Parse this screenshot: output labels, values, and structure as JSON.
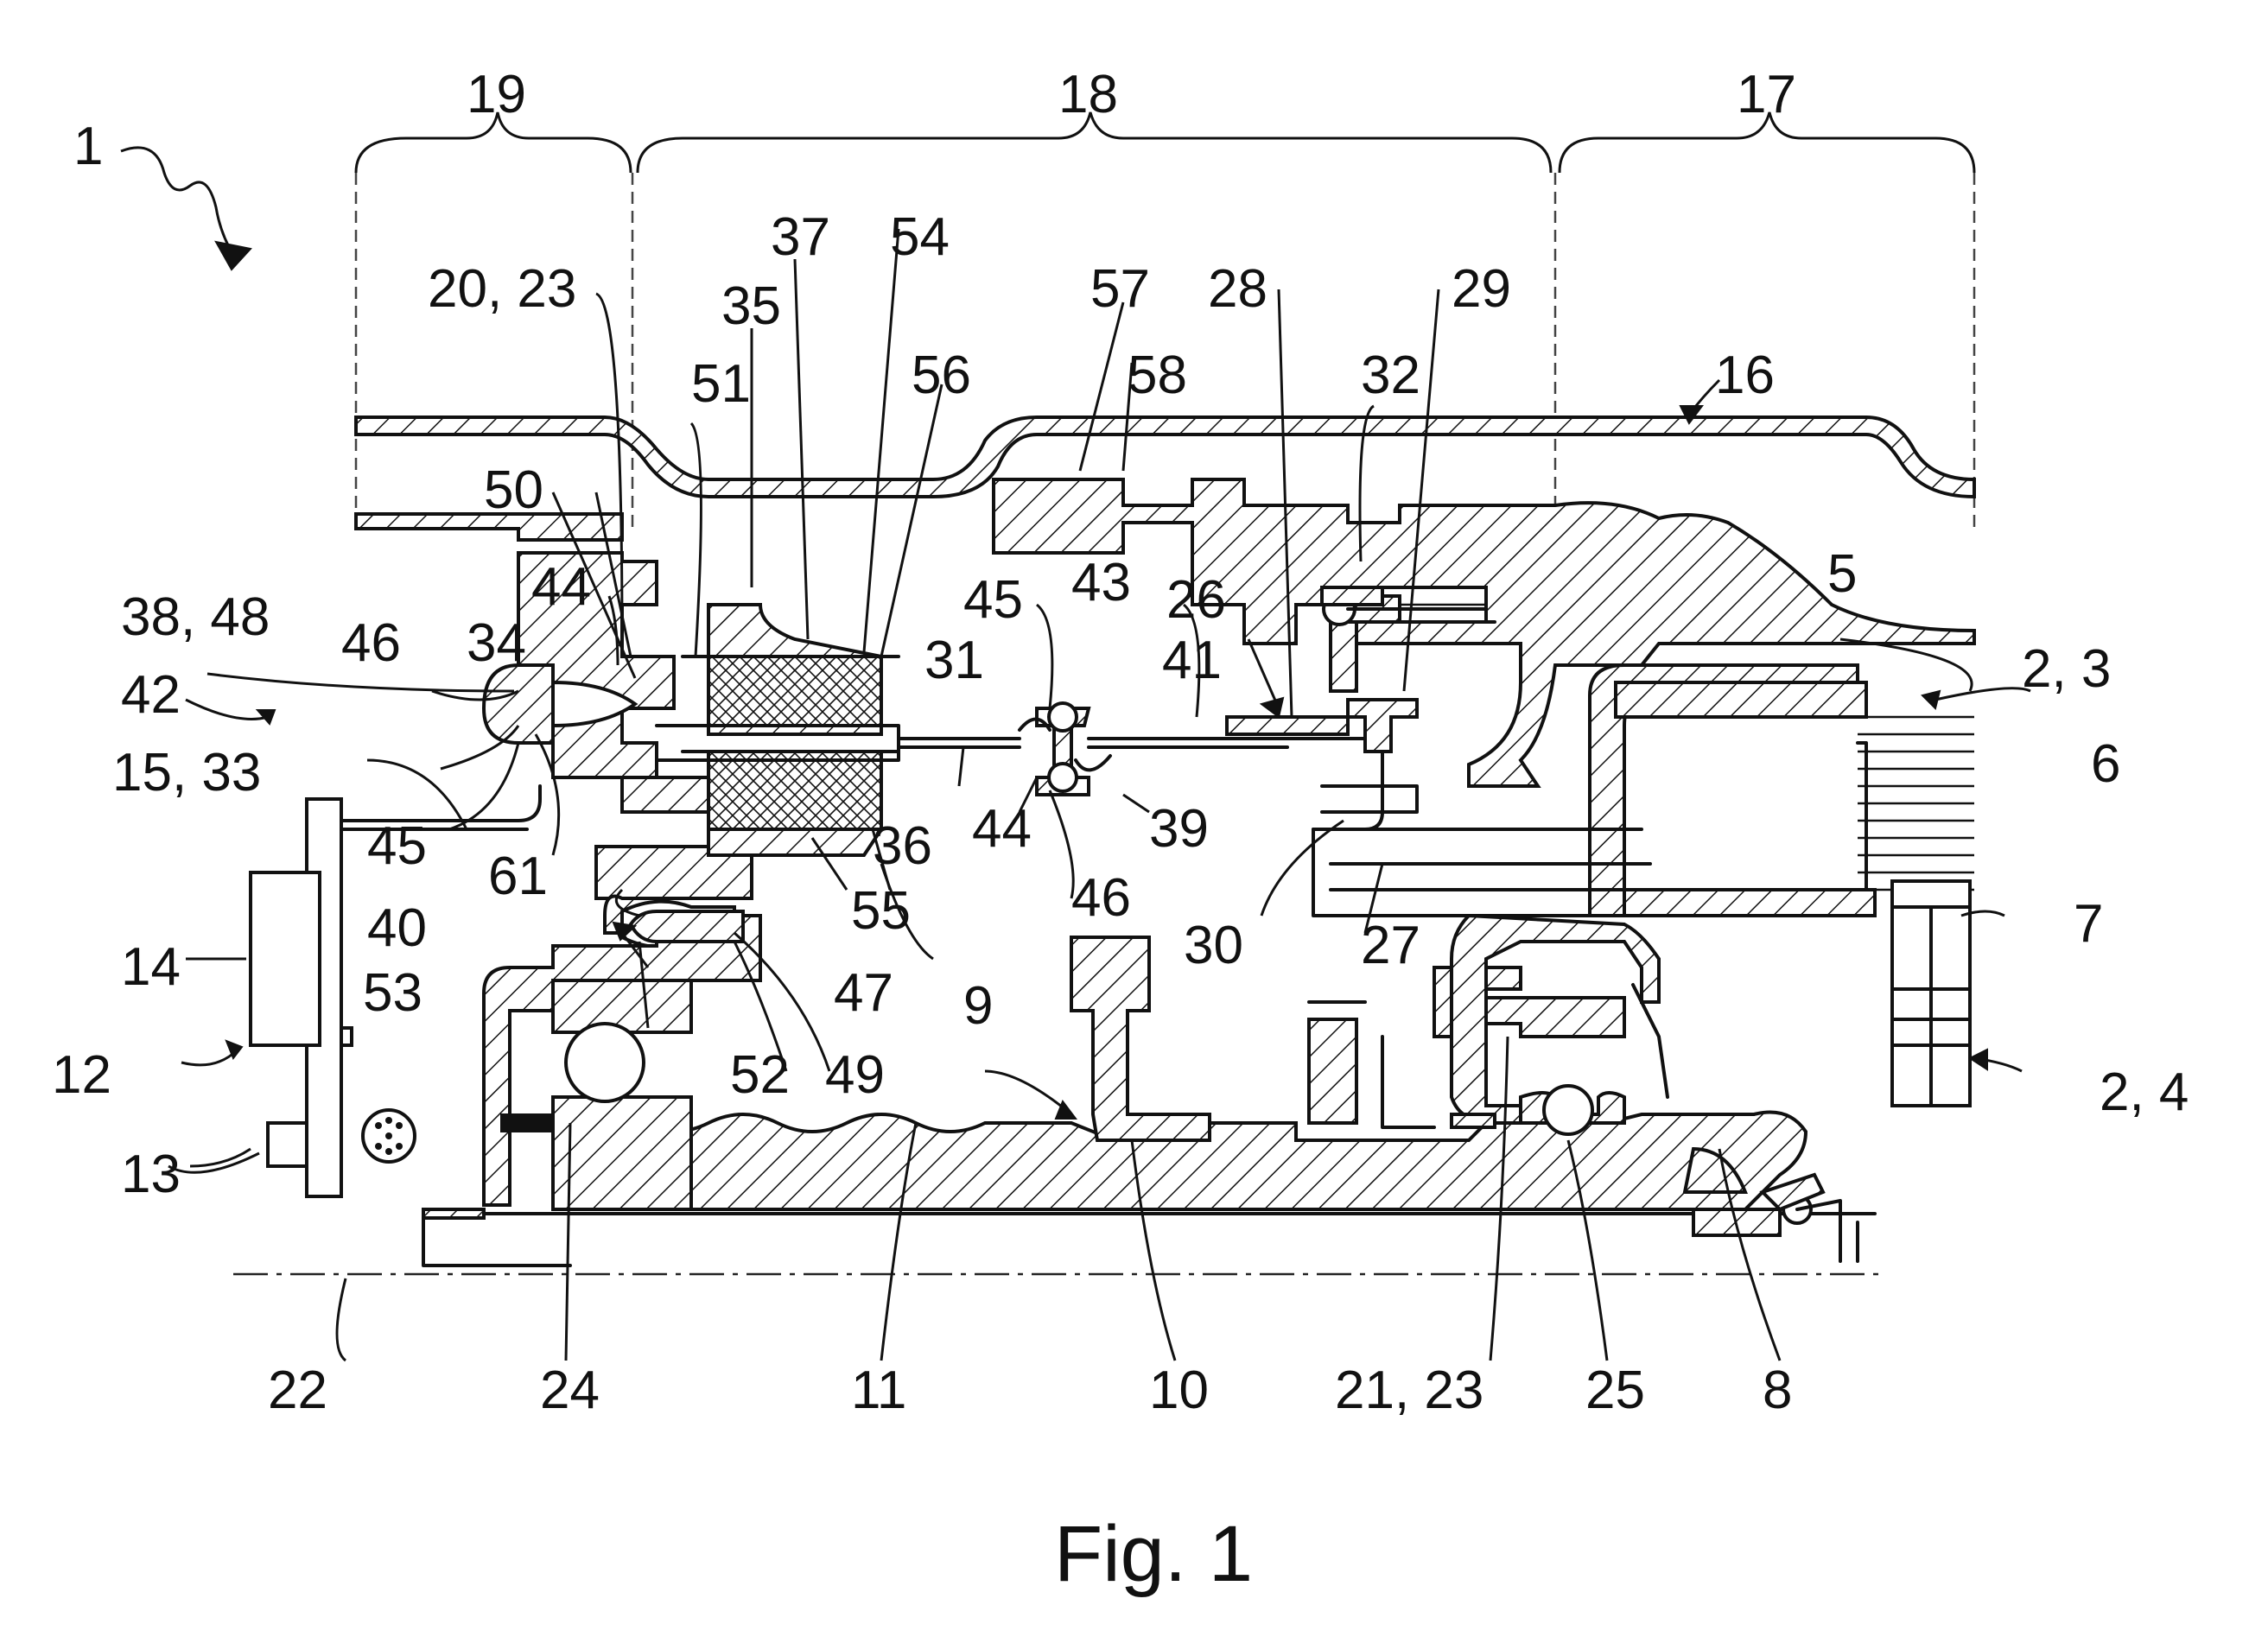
{
  "figure": {
    "caption": "Fig. 1",
    "labels": {
      "l1": "1",
      "l19": "19",
      "l18": "18",
      "l17": "17",
      "l20_23": "20, 23",
      "l37": "37",
      "l54": "54",
      "l35": "35",
      "l57": "57",
      "l28": "28",
      "l29": "29",
      "l56": "56",
      "l58": "58",
      "l32": "32",
      "l16": "16",
      "l51": "51",
      "l50": "50",
      "l44a": "44",
      "l45a": "45",
      "l43": "43",
      "l26": "26",
      "l5": "5",
      "l38_48": "38, 48",
      "l46a": "46",
      "l34": "34",
      "l31": "31",
      "l41": "41",
      "l2_3": "2, 3",
      "l42": "42",
      "l6": "6",
      "l15_33": "15, 33",
      "l36": "36",
      "l44b": "44",
      "l39": "39",
      "l45b": "45",
      "l61": "61",
      "l55": "55",
      "l46b": "46",
      "l30": "30",
      "l27": "27",
      "l7": "7",
      "l40": "40",
      "l14": "14",
      "l53": "53",
      "l47": "47",
      "l9": "9",
      "l12": "12",
      "l52": "52",
      "l49": "49",
      "l2_4": "2, 4",
      "l13": "13",
      "l22": "22",
      "l24": "24",
      "l11": "11",
      "l10": "10",
      "l21_23": "21, 23",
      "l25": "25",
      "l8": "8"
    }
  }
}
